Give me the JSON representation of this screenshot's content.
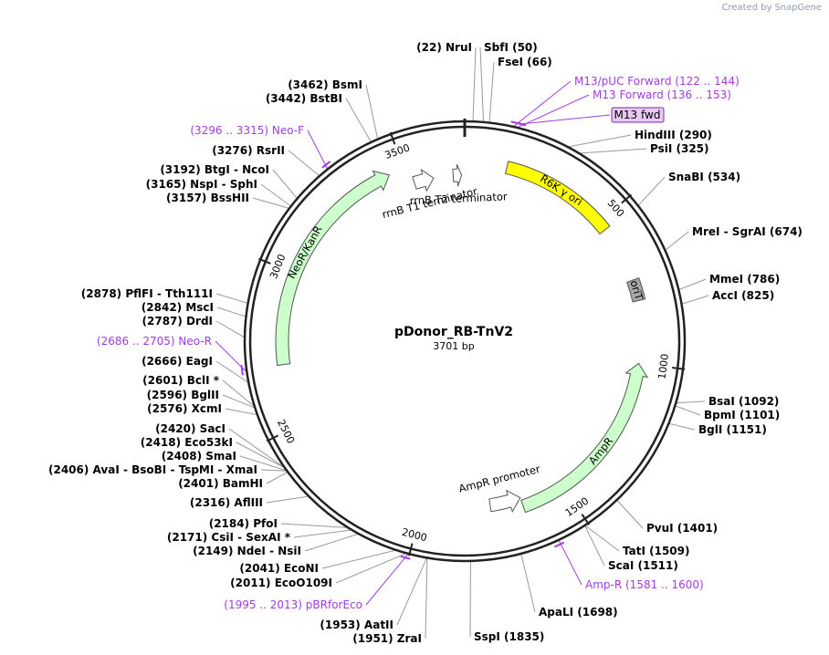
{
  "brand": {
    "created_by": "Created by",
    "name": "SnapGene"
  },
  "plasmid": {
    "name": "pDonor_RB-TnV2",
    "size_label": "3701 bp",
    "length": 3701
  },
  "ticks": [
    {
      "pos": 500,
      "label": "500"
    },
    {
      "pos": 1000,
      "label": "1000"
    },
    {
      "pos": 1500,
      "label": "1500"
    },
    {
      "pos": 2000,
      "label": "2000"
    },
    {
      "pos": 2500,
      "label": "2500"
    },
    {
      "pos": 3000,
      "label": "3000"
    },
    {
      "pos": 3500,
      "label": "3500"
    }
  ],
  "features": [
    {
      "name": "R6K γ ori",
      "type": "box",
      "start": 140,
      "end": 530,
      "color": "#ffff00",
      "dir": 0
    },
    {
      "name": "oriT",
      "type": "box",
      "start": 720,
      "end": 790,
      "color": "#a6a6a6",
      "dir": 0
    },
    {
      "name": "AmpR",
      "type": "arrow",
      "start": 1000,
      "end": 1650,
      "color": "#ccffcc",
      "dir": -1
    },
    {
      "name": "AmpR promoter",
      "type": "arrow",
      "start": 1650,
      "end": 1760,
      "color": "#ffffff",
      "dir": -1
    },
    {
      "name": "NeoR/KanR",
      "type": "arrow",
      "start": 2700,
      "end": 3450,
      "color": "#ccffcc",
      "dir": 1
    },
    {
      "name": "rrnB T1 terminator",
      "type": "arrow",
      "start": 3520,
      "end": 3590,
      "color": "#ffffff",
      "dir": 1
    },
    {
      "name": "rrnB T2 terminator",
      "type": "arrow",
      "start": 3660,
      "end": 3690,
      "color": "#ffffff",
      "dir": 1
    }
  ],
  "enzymes": [
    {
      "name": "NruI",
      "pos": 22,
      "label": "(22)  NruI"
    },
    {
      "name": "SbfI",
      "pos": 50,
      "label": "SbfI  (50)"
    },
    {
      "name": "FseI",
      "pos": 66,
      "label": "FseI  (66)"
    },
    {
      "name": "HindIII",
      "pos": 290,
      "label": "HindIII  (290)"
    },
    {
      "name": "PsiI",
      "pos": 325,
      "label": "PsiI  (325)"
    },
    {
      "name": "SnaBI",
      "pos": 534,
      "label": "SnaBI  (534)"
    },
    {
      "name": "MreI - SgrAI",
      "pos": 674,
      "label": "MreI - SgrAI  (674)"
    },
    {
      "name": "MmeI",
      "pos": 786,
      "label": "MmeI  (786)"
    },
    {
      "name": "AccI",
      "pos": 825,
      "label": "AccI  (825)"
    },
    {
      "name": "BsaI",
      "pos": 1092,
      "label": "BsaI  (1092)"
    },
    {
      "name": "BpmI",
      "pos": 1101,
      "label": "BpmI  (1101)"
    },
    {
      "name": "BglI",
      "pos": 1151,
      "label": "BglI  (1151)"
    },
    {
      "name": "PvuI",
      "pos": 1401,
      "label": "PvuI  (1401)"
    },
    {
      "name": "TatI",
      "pos": 1509,
      "label": "TatI  (1509)"
    },
    {
      "name": "ScaI",
      "pos": 1511,
      "label": "ScaI  (1511)"
    },
    {
      "name": "ApaLI",
      "pos": 1698,
      "label": "ApaLI  (1698)"
    },
    {
      "name": "SspI",
      "pos": 1835,
      "label": "SspI  (1835)"
    },
    {
      "name": "ZraI",
      "pos": 1951,
      "label": "(1951)  ZraI"
    },
    {
      "name": "AatII",
      "pos": 1953,
      "label": "(1953)  AatII"
    },
    {
      "name": "EcoO109I",
      "pos": 2011,
      "label": "(2011)  EcoO109I"
    },
    {
      "name": "EcoNI",
      "pos": 2041,
      "label": "(2041)  EcoNI"
    },
    {
      "name": "NdeI - NsiI",
      "pos": 2149,
      "label": "(2149)  NdeI - NsiI"
    },
    {
      "name": "CsiI - SexAI *",
      "pos": 2171,
      "label": "(2171)  CsiI - SexAI *"
    },
    {
      "name": "PfoI",
      "pos": 2184,
      "label": "(2184)  PfoI"
    },
    {
      "name": "AflIII",
      "pos": 2316,
      "label": "(2316)  AflIII"
    },
    {
      "name": "BamHI",
      "pos": 2401,
      "label": "(2401)  BamHI"
    },
    {
      "name": "AvaI - BsoBI - TspMI - XmaI",
      "pos": 2406,
      "label": "(2406)  AvaI - BsoBI - TspMI - XmaI"
    },
    {
      "name": "SmaI",
      "pos": 2408,
      "label": "(2408)  SmaI"
    },
    {
      "name": "Eco53kI",
      "pos": 2418,
      "label": "(2418)  Eco53kI"
    },
    {
      "name": "SacI",
      "pos": 2420,
      "label": "(2420)  SacI"
    },
    {
      "name": "XcmI",
      "pos": 2576,
      "label": "(2576)  XcmI"
    },
    {
      "name": "BglII",
      "pos": 2596,
      "label": "(2596)  BglII"
    },
    {
      "name": "BclI *",
      "pos": 2601,
      "label": "(2601)  BclI *"
    },
    {
      "name": "EagI",
      "pos": 2666,
      "label": "(2666)  EagI"
    },
    {
      "name": "DrdI",
      "pos": 2787,
      "label": "(2787)  DrdI"
    },
    {
      "name": "MscI",
      "pos": 2842,
      "label": "(2842)  MscI"
    },
    {
      "name": "PflFI - Tth111I",
      "pos": 2878,
      "label": "(2878)  PflFI - Tth111I"
    },
    {
      "name": "BssHII",
      "pos": 3157,
      "label": "(3157)  BssHII"
    },
    {
      "name": "NspI - SphI",
      "pos": 3165,
      "label": "(3165)  NspI - SphI"
    },
    {
      "name": "BtgI - NcoI",
      "pos": 3192,
      "label": "(3192)  BtgI - NcoI"
    },
    {
      "name": "RsrII",
      "pos": 3276,
      "label": "(3276)  RsrII"
    },
    {
      "name": "BstBI",
      "pos": 3442,
      "label": "(3442)  BstBI"
    },
    {
      "name": "BsmI",
      "pos": 3462,
      "label": "(3462)  BsmI"
    }
  ],
  "primers": [
    {
      "name": "M13/pUC Forward",
      "label": "M13/pUC Forward    (122 .. 144)",
      "start": 122,
      "end": 144
    },
    {
      "name": "M13 Forward",
      "label": "M13 Forward    (136 .. 153)",
      "start": 136,
      "end": 153
    },
    {
      "name": "M13 fwd",
      "label": "M13 fwd",
      "start": 140,
      "end": 155
    },
    {
      "name": "Amp-R",
      "label": "Amp-R    (1581 .. 1600)",
      "start": 1581,
      "end": 1600
    },
    {
      "name": "pBRforEco",
      "label": "(1995 .. 2013)  pBRforEco",
      "start": 1995,
      "end": 2013
    },
    {
      "name": "Neo-R",
      "label": "(2686 .. 2705)  Neo-R",
      "start": 2686,
      "end": 2705
    },
    {
      "name": "Neo-F",
      "label": "(3296 .. 3315)  Neo-F",
      "start": 3296,
      "end": 3315
    }
  ]
}
